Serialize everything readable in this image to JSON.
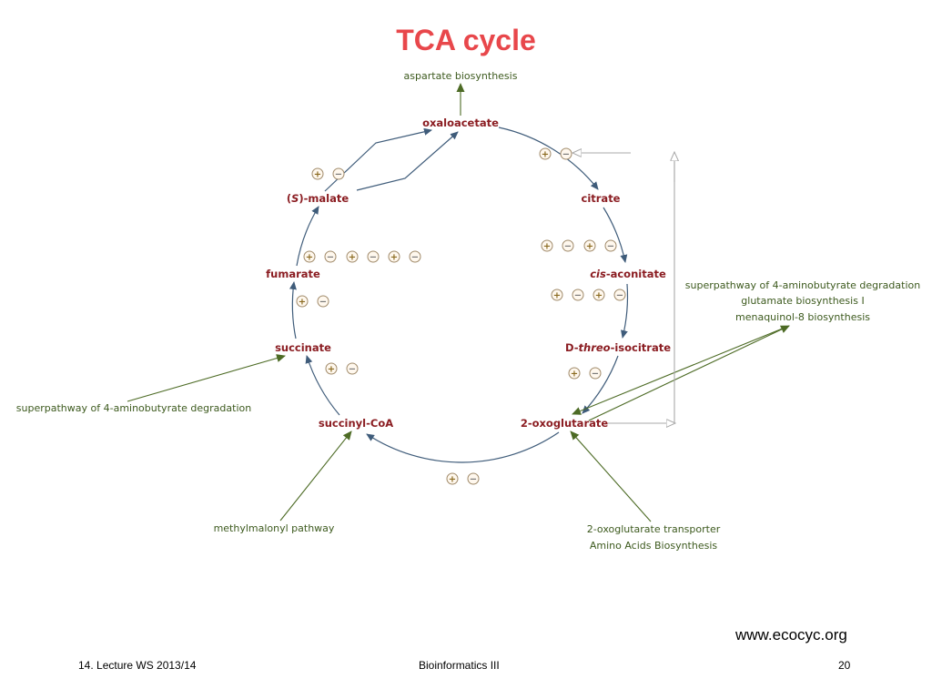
{
  "title": "TCA cycle",
  "metabolites": {
    "oxaloacetate": "oxaloacetate",
    "citrate": "citrate",
    "cis_aconitate": {
      "italic": "cis",
      "rest": "-aconitate"
    },
    "isocitrate": {
      "prefix": "D-",
      "italic": "threo",
      "rest": "-isocitrate"
    },
    "oxoglutarate": "2-oxoglutarate",
    "succinyl_coa": "succinyl-CoA",
    "succinate": "succinate",
    "fumarate": "fumarate",
    "malate": {
      "open": "(",
      "italic": "S",
      "rest": ")-malate"
    }
  },
  "connections": {
    "aspartate": "aspartate biosynthesis",
    "right_pathways": [
      "superpathway of 4-aminobutyrate degradation",
      "glutamate biosynthesis I",
      "menaquinol-8 biosynthesis"
    ],
    "left_pathway": "superpathway of 4-aminobutyrate degradation",
    "methylmalonyl": "methylmalonyl pathway",
    "bottom_right": [
      "2-oxoglutarate transporter",
      "Amino Acids Biosynthesis"
    ]
  },
  "regulation": {
    "plus": "+",
    "minus": "−"
  },
  "colors": {
    "title": "#e8474b",
    "metabolite": "#8b1d22",
    "side_pathway": "#3d5a1e",
    "cycle_arrow": "#3f5c7a",
    "link_arrow": "#4d6b25",
    "gray_link": "#a8a8a8"
  },
  "source": "www.ecocyc.org",
  "footer": {
    "left": "14. Lecture WS 2013/14",
    "center": "Bioinformatics III",
    "right": "20"
  }
}
